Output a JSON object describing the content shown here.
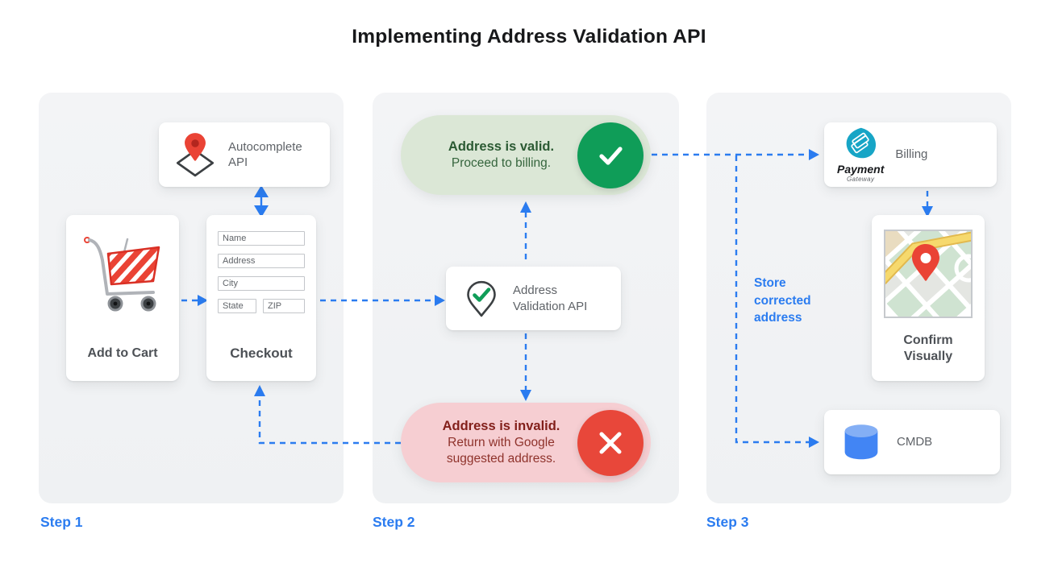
{
  "title": "Implementing Address Validation API",
  "step1": {
    "label": "Step 1",
    "autocomplete_card": {
      "label": "Autocomplete API"
    },
    "add_to_cart_card": {
      "label": "Add to Cart"
    },
    "checkout_card": {
      "label": "Checkout",
      "fields": {
        "name": "Name",
        "address": "Address",
        "city": "City",
        "state": "State",
        "zip": "ZIP"
      }
    }
  },
  "step2": {
    "label": "Step 2",
    "valid_banner": {
      "title": "Address is valid.",
      "subtitle": "Proceed to billing."
    },
    "validation_card": {
      "label": "Address Validation API"
    },
    "invalid_banner": {
      "title": "Address is invalid.",
      "subtitle": "Return with Google suggested address."
    }
  },
  "step3": {
    "label": "Step 3",
    "billing_card": {
      "label": "Billing",
      "logo_primary": "Payment",
      "logo_secondary": "Gateway"
    },
    "confirm_card": {
      "label": "Confirm Visually"
    },
    "cmdb_card": {
      "label": "CMDB"
    },
    "note": "Store corrected address"
  },
  "colors": {
    "accent_blue": "#2b7cf0",
    "valid_circle_green": "#0f9d58",
    "valid_pill_bg": "#dbe7d6",
    "invalid_circle_red": "#e8473a",
    "invalid_pill_bg": "#f6ced2",
    "cmdb_blue": "#4285f4",
    "payment_teal": "#17a5c6",
    "pin_red": "#ea4335"
  }
}
